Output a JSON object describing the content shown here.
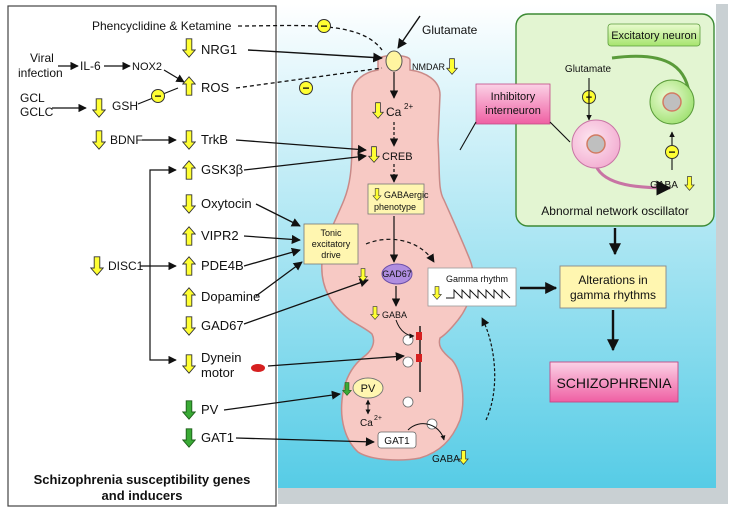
{
  "colors": {
    "bg_top": "#ffffff",
    "bg_bottom": "#5ccfe8",
    "neuron_fill": "#f7c9c4",
    "neuron_stroke": "#c98a88",
    "panel_green": "#e3f5d2",
    "box_yellow": "#fff6b0",
    "box_pink": "#f06aa8",
    "arrow_yellow": "#ffff33",
    "arrow_green": "#3aaa35",
    "gad67_purple": "#b08ee0"
  },
  "left_panel": {
    "title_line1": "Schizophrenia susceptibility genes",
    "title_line2": "and inducers",
    "viral_line1": "Viral",
    "viral_line2": "infection",
    "il6": "IL-6",
    "nox2": "NOX2",
    "gcl": "GCL",
    "gclc": "GCLC",
    "gsh": "GSH",
    "bdnf": "BDNF",
    "disc1": "DISC1",
    "pcp": "Phencyclidine & Ketamine",
    "genes": {
      "nrg1": "NRG1",
      "ros": "ROS",
      "trkb": "TrkB",
      "gsk3b": "GSK3β",
      "oxytocin": "Oxytocin",
      "vipr2": "VIPR2",
      "pde4b": "PDE4B",
      "dopamine": "Dopamine",
      "gad67": "GAD67",
      "dynein1": "Dynein",
      "dynein2": "motor",
      "pv": "PV",
      "gat1": "GAT1"
    }
  },
  "neuron": {
    "glutamate": "Glutamate",
    "nmdar": "NMDAR",
    "ca": "Ca",
    "ca_sup": "2+",
    "creb": "CREB",
    "gaba_pheno1": "GABAergic",
    "gaba_pheno2": "phenotype",
    "tonic1": "Tonic",
    "tonic2": "excitatory",
    "tonic3": "drive",
    "gad67": "GAD67",
    "gaba": "GABA",
    "pv": "PV",
    "gat1": "GAT1",
    "gaba_bottom": "GABA",
    "gamma_rhythm": "Gamma rhythm"
  },
  "network": {
    "excitatory_neuron": "Excitatory neuron",
    "glutamate": "Glutamate",
    "gaba": "GABA",
    "title": "Abnormal network oscillator",
    "inhibitory1": "Inhibitory",
    "inhibitory2": "interneuron"
  },
  "outcome": {
    "alterations1": "Alterations in",
    "alterations2": "gamma rhythms",
    "schizophrenia": "SCHIZOPHRENIA"
  },
  "symbols": {
    "minus": "−",
    "plus": "+"
  }
}
